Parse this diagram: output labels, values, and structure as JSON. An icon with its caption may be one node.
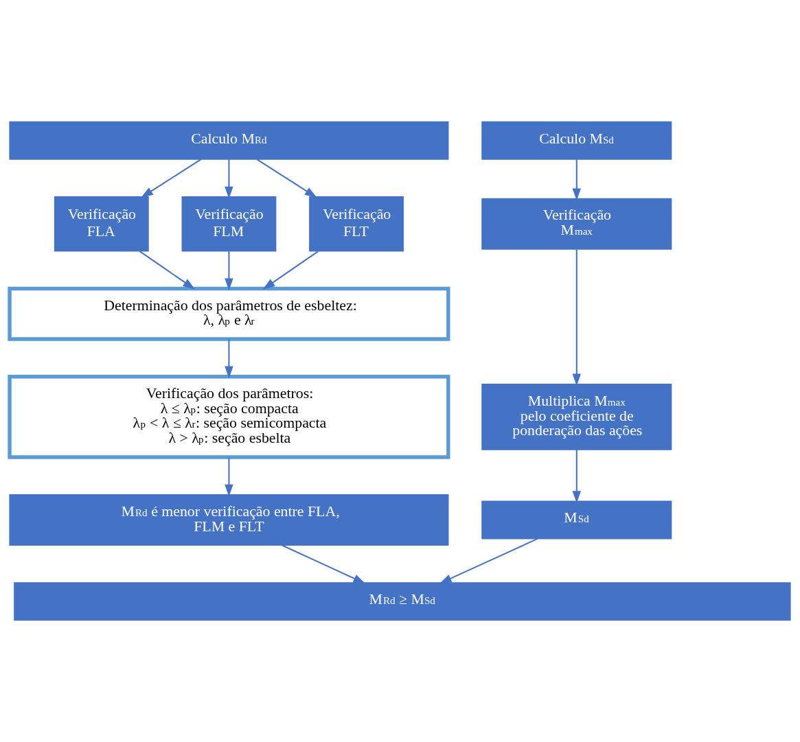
{
  "diagram": {
    "nodes": [
      {
        "text": [
          "Calculo M$_{Rd}$"
        ]
      },
      {
        "text": [
          "Calculo M$_{Sd}$"
        ]
      },
      {
        "text": [
          "Verificação FLA"
        ]
      },
      {
        "text": [
          "Verificação FLM"
        ]
      },
      {
        "text": [
          "Verificação FLT"
        ]
      },
      {
        "text": [
          "Verificação M$_{max}$"
        ]
      },
      {
        "text": [
          "Determinação dos parâmetros de esbeltez:",
          "λ, λ$_{p}$ e λ$_{r}$"
        ]
      },
      {
        "text": [
          "Verificação dos parâmetros:",
          "λ ≤ λ$_{p}$: seção compacta",
          "λ$_{p}$ < λ ≤ λ$_{r}$: seção semicompacta",
          "λ > λ$_{p}$: seção esbelta"
        ]
      },
      {
        "text": [
          "Multiplica M$_{max}$ pelo coeficiente de ponderação das ações"
        ]
      },
      {
        "text": [
          "M$_{Rd}$ é menor verificação entre FLA, FLM e FLT"
        ]
      },
      {
        "text": [
          "M$_{Sd}$"
        ]
      },
      {
        "text": [
          "M$_{Rd}$ ≥ M$_{Sd}$"
        ]
      }
    ],
    "edges": [
      {
        "from": 0,
        "to": 2,
        "arrow": "to"
      },
      {
        "from": 0,
        "to": 3,
        "arrow": "to"
      },
      {
        "from": 0,
        "to": 4,
        "arrow": "to"
      },
      {
        "from": 2,
        "to": 6,
        "arrow": "to"
      },
      {
        "from": 3,
        "to": 6,
        "arrow": "to"
      },
      {
        "from": 4,
        "to": 6,
        "arrow": "to"
      },
      {
        "from": 6,
        "to": 7,
        "arrow": "to"
      },
      {
        "from": 7,
        "to": 9,
        "arrow": "to"
      },
      {
        "from": 9,
        "to": 11,
        "arrow": "to"
      },
      {
        "from": 1,
        "to": 5,
        "arrow": "to"
      },
      {
        "from": 5,
        "to": 8,
        "arrow": "to"
      },
      {
        "from": 8,
        "to": 10,
        "arrow": "to"
      },
      {
        "from": 10,
        "to": 11,
        "arrow": "to"
      }
    ]
  }
}
